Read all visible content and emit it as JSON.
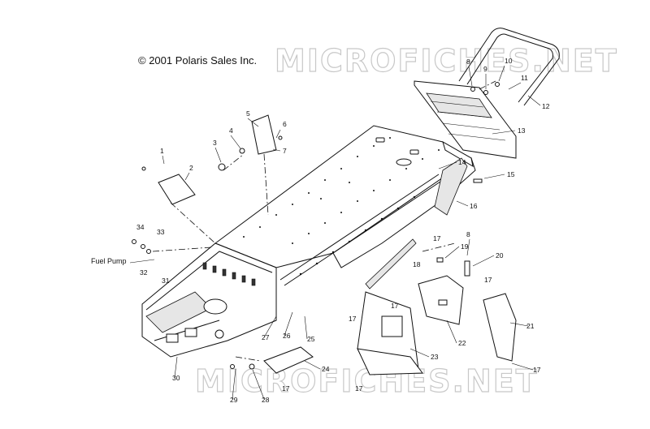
{
  "copyright": "© 2001 Polaris Sales Inc.",
  "watermark_top": "MICROFICHES.NET",
  "watermark_bottom": "MICROFICHES.NET",
  "callouts": {
    "fuel_pump": "Fuel Pump"
  },
  "labels": [
    "1",
    "2",
    "3",
    "4",
    "5",
    "6",
    "7",
    "8",
    "9",
    "10",
    "11",
    "12",
    "13",
    "14",
    "15",
    "16",
    "17",
    "8",
    "19",
    "20",
    "17",
    "18",
    "17",
    "17",
    "21",
    "22",
    "23",
    "24",
    "25",
    "26",
    "27",
    "17",
    "17",
    "28",
    "29",
    "30",
    "31",
    "32",
    "33",
    "34",
    "17"
  ]
}
